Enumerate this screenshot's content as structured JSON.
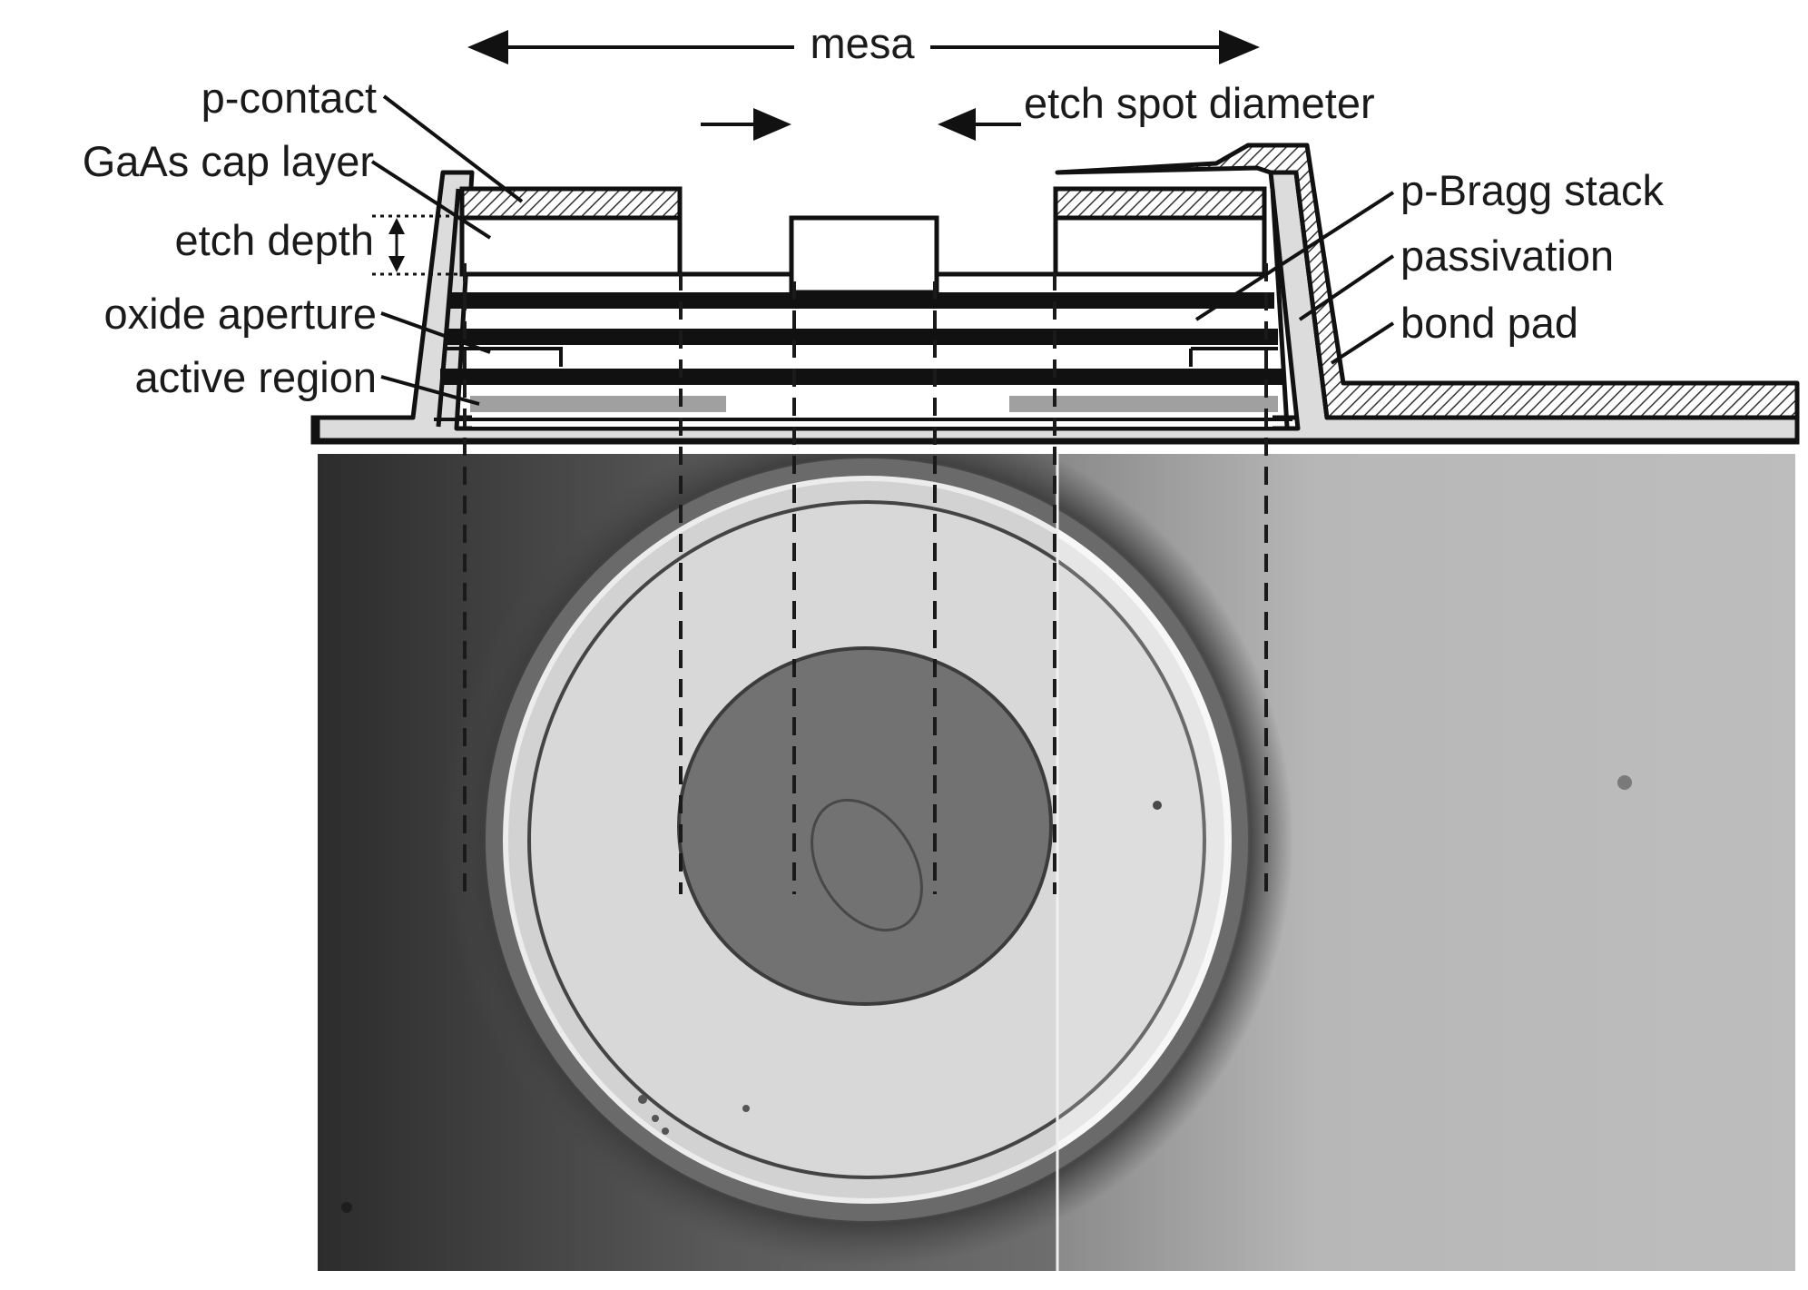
{
  "labels": {
    "mesa": "mesa",
    "etch_spot_diameter": "etch spot diameter",
    "p_contact": "p-contact",
    "gaas_cap_layer": "GaAs cap layer",
    "etch_depth": "etch depth",
    "oxide_aperture": "oxide aperture",
    "active_region": "active region",
    "p_bragg_stack": "p-Bragg stack",
    "passivation": "passivation",
    "bond_pad": "bond pad"
  },
  "colors": {
    "line": "#111111",
    "hatch_fill": "#7a7a7a",
    "passivation_fill": "#dcdcdc",
    "oxide_fill": "#a0a0a0",
    "photo_background": "#b9b9b9",
    "mesa_top_light": "#dedede",
    "etch_spot_dark": "#727272"
  }
}
